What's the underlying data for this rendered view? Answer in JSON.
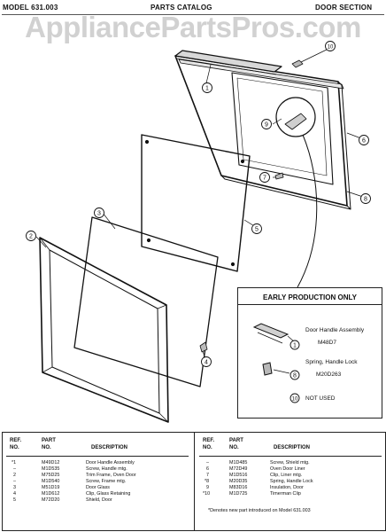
{
  "header": {
    "model": "MODEL 631.003",
    "catalog": "PARTS CATALOG",
    "section": "DOOR SECTION"
  },
  "watermark": "AppliancePartsPros.com",
  "callouts": [
    "1",
    "2",
    "3",
    "4",
    "5",
    "6",
    "7",
    "8",
    "9",
    "10"
  ],
  "early_production": {
    "title": "EARLY PRODUCTION ONLY",
    "item1_name": "Door Handle Assembly",
    "item1_part": "M48D7",
    "item1_callout": "1",
    "item2_name": "Spring, Handle Lock",
    "item2_part": "M20D263",
    "item2_callout": "8",
    "not_used_callout": "10",
    "not_used_text": "NOT USED"
  },
  "parts_table": {
    "headers": {
      "ref": "REF.",
      "no": "NO.",
      "part": "PART",
      "part_no": "NO.",
      "description": "DESCRIPTION"
    },
    "left_rows": [
      {
        "ref": "*1",
        "part": "M49D12",
        "desc": "Door Handle Assembly"
      },
      {
        "ref": "–",
        "part": "M1D535",
        "desc": "Screw, Handle mtg."
      },
      {
        "ref": "2",
        "part": "M75D25",
        "desc": "Trim Frame, Oven Door"
      },
      {
        "ref": "–",
        "part": "M1D540",
        "desc": "Screw, Frame mtg."
      },
      {
        "ref": "3",
        "part": "M51D19",
        "desc": "Door Glass"
      },
      {
        "ref": "4",
        "part": "M1D612",
        "desc": "Clip, Glass Retaining"
      },
      {
        "ref": "5",
        "part": "M72D20",
        "desc": "Shield, Door"
      }
    ],
    "right_rows": [
      {
        "ref": "–",
        "part": "M1D485",
        "desc": "Screw, Shield mtg."
      },
      {
        "ref": "6",
        "part": "M72D49",
        "desc": "Oven Door Liner"
      },
      {
        "ref": "7",
        "part": "M1D516",
        "desc": "Clip, Liner mtg."
      },
      {
        "ref": "*8",
        "part": "M20D35",
        "desc": "Spring, Handle Lock"
      },
      {
        "ref": "9",
        "part": "M83D16",
        "desc": "Insulation, Door"
      },
      {
        "ref": "*10",
        "part": "M1D725",
        "desc": "Timerman Clip"
      }
    ],
    "footnote": "*Denotes new part introduced on Model 631.003"
  }
}
